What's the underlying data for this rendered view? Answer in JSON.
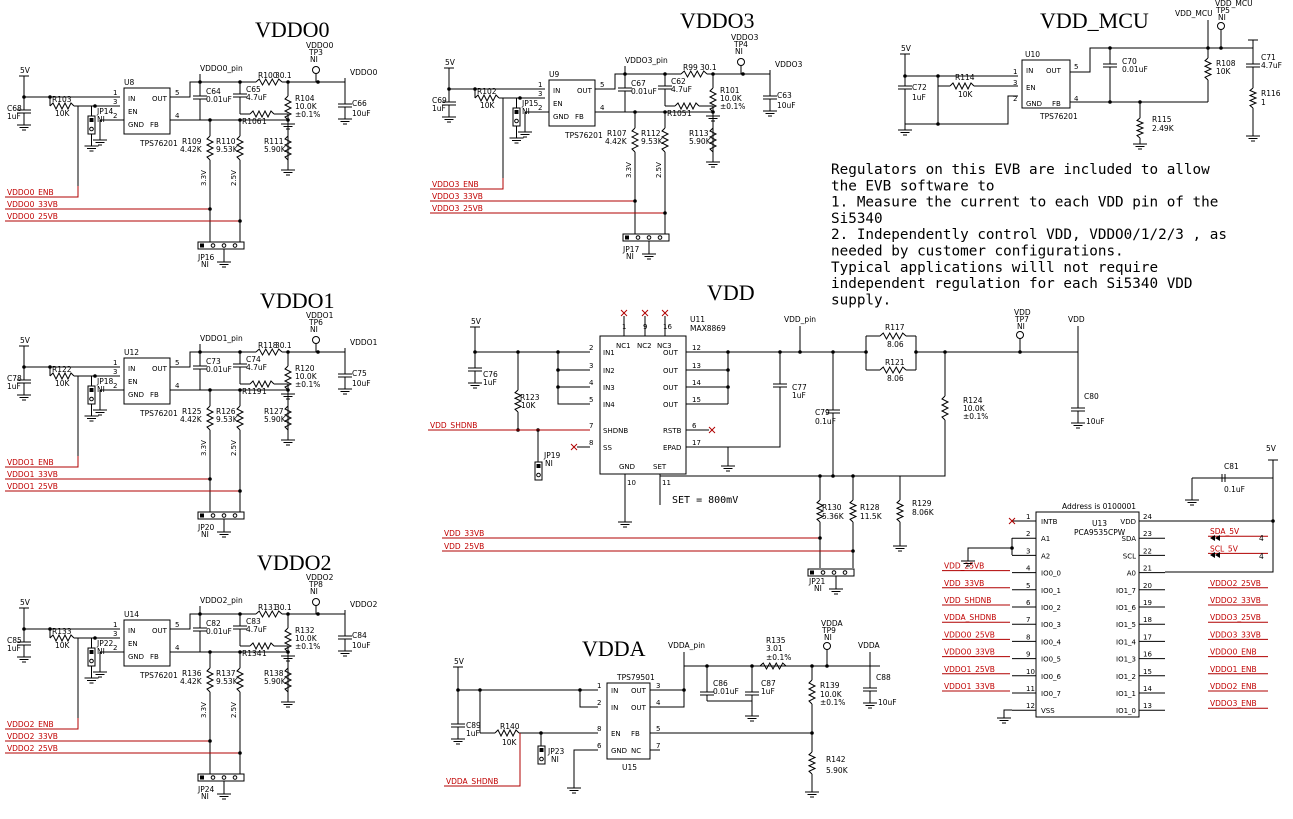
{
  "sections": {
    "vddo0": "VDDO0",
    "vddo1": "VDDO1",
    "vddo2": "VDDO2",
    "vddo3": "VDDO3",
    "vdd_mcu": "VDD_MCU",
    "vdd": "VDD",
    "vdda": "VDDA"
  },
  "note": [
    "Regulators on this EVB are included to allow",
    "the EVB software to",
    "1. Measure the current to each VDD pin of the",
    "Si5340",
    "2. Independently control VDD, VDDO0/1/2/3 , as",
    "needed by customer configurations.",
    "Typical applications willl not require",
    "independent regulation for each Si5340 VDD",
    "supply."
  ],
  "set_note": "SET = 800mV",
  "address_note": "Address is 0100001",
  "blocks": {
    "vddo0": {
      "pin_net": "VDDO0_pin",
      "tp": "VDDO0",
      "tp_ref": "TP3",
      "tp_ni": "NI",
      "out_net": "VDDO0",
      "supply": "5V",
      "ic": "U8",
      "ic_part": "TPS76201",
      "pins": [
        "IN",
        "OUT",
        "EN",
        "GND",
        "FB"
      ],
      "pin_nums": [
        "1",
        "5",
        "3",
        "2",
        "4"
      ],
      "r_in": "R103",
      "r_in_v": "10K",
      "c_in": "C68",
      "c_in_v": "1uF",
      "jp": "JP14",
      "jp_ni": "NI",
      "r_top": "R100",
      "r_top_v": "30.1",
      "c_a": "C64",
      "c_a_v": "0.01uF",
      "c_b": "C65",
      "c_b_v": "4.7uF",
      "r_mid": "R106",
      "r_mid_v": "1",
      "r_fb": "R104",
      "r_fb_v": "10.0K",
      "r_fb_tol": "±0.1%",
      "c_out": "C66",
      "c_out_v": "10uF",
      "r_33": "R109",
      "r_33_v": "4.42K",
      "r_25": "R110",
      "r_25_v": "9.53K",
      "r_bot": "R111",
      "r_bot_v": "5.90K",
      "v33": "3.3V",
      "v25": "2.5V",
      "jp_sel": "JP16",
      "jp_sel_ni": "NI",
      "nets": [
        "VDDO0_ENB",
        "VDDO0_33VB",
        "VDDO0_25VB"
      ]
    },
    "vddo1": {
      "pin_net": "VDDO1_pin",
      "tp": "VDDO1",
      "tp_ref": "TP6",
      "tp_ni": "NI",
      "out_net": "VDDO1",
      "supply": "5V",
      "ic": "U12",
      "ic_part": "TPS76201",
      "pins": [
        "IN",
        "OUT",
        "EN",
        "GND",
        "FB"
      ],
      "pin_nums": [
        "1",
        "5",
        "3",
        "2",
        "4"
      ],
      "r_in": "R122",
      "r_in_v": "10K",
      "c_in": "C78",
      "c_in_v": "1uF",
      "jp": "JP18",
      "jp_ni": "NI",
      "r_top": "R118",
      "r_top_v": "30.1",
      "c_a": "C73",
      "c_a_v": "0.01uF",
      "c_b": "C74",
      "c_b_v": "4.7uF",
      "r_mid": "R119",
      "r_mid_v": "1",
      "r_fb": "R120",
      "r_fb_v": "10.0K",
      "r_fb_tol": "±0.1%",
      "c_out": "C75",
      "c_out_v": "10uF",
      "r_33": "R125",
      "r_33_v": "4.42K",
      "r_25": "R126",
      "r_25_v": "9.53K",
      "r_bot": "R127",
      "r_bot_v": "5.90K",
      "v33": "3.3V",
      "v25": "2.5V",
      "jp_sel": "JP20",
      "jp_sel_ni": "NI",
      "nets": [
        "VDDO1_ENB",
        "VDDO1_33VB",
        "VDDO1_25VB"
      ]
    },
    "vddo2": {
      "pin_net": "VDDO2_pin",
      "tp": "VDDO2",
      "tp_ref": "TP8",
      "tp_ni": "NI",
      "out_net": "VDDO2",
      "supply": "5V",
      "ic": "U14",
      "ic_part": "TPS76201",
      "pins": [
        "IN",
        "OUT",
        "EN",
        "GND",
        "FB"
      ],
      "pin_nums": [
        "1",
        "5",
        "3",
        "2",
        "4"
      ],
      "r_in": "R133",
      "r_in_v": "10K",
      "c_in": "C85",
      "c_in_v": "1uF",
      "jp": "JP22",
      "jp_ni": "NI",
      "r_top": "R131",
      "r_top_v": "30.1",
      "c_a": "C82",
      "c_a_v": "0.01uF",
      "c_b": "C83",
      "c_b_v": "4.7uF",
      "r_mid": "R134",
      "r_mid_v": "1",
      "r_fb": "R132",
      "r_fb_v": "10.0K",
      "r_fb_tol": "±0.1%",
      "c_out": "C84",
      "c_out_v": "10uF",
      "r_33": "R136",
      "r_33_v": "4.42K",
      "r_25": "R137",
      "r_25_v": "9.53K",
      "r_bot": "R138",
      "r_bot_v": "5.90K",
      "v33": "3.3V",
      "v25": "2.5V",
      "jp_sel": "JP24",
      "jp_sel_ni": "NI",
      "nets": [
        "VDDO2_ENB",
        "VDDO2_33VB",
        "VDDO2_25VB"
      ]
    },
    "vddo3": {
      "pin_net": "VDDO3_pin",
      "tp": "VDDO3",
      "tp_ref": "TP4",
      "tp_ni": "NI",
      "out_net": "VDDO3",
      "supply": "5V",
      "ic": "U9",
      "ic_part": "TPS76201",
      "pins": [
        "IN",
        "OUT",
        "EN",
        "GND",
        "FB"
      ],
      "pin_nums": [
        "1",
        "5",
        "3",
        "2",
        "4"
      ],
      "r_in": "R102",
      "r_in_v": "10K",
      "c_in": "C69",
      "c_in_v": "1uF",
      "jp": "JP15",
      "jp_ni": "NI",
      "r_top": "R99",
      "r_top_v": "30.1",
      "c_a": "C67",
      "c_a_v": "0.01uF",
      "c_b": "C62",
      "c_b_v": "4.7uF",
      "r_mid": "R105",
      "r_mid_v": "1",
      "r_fb": "R101",
      "r_fb_v": "10.0K",
      "r_fb_tol": "±0.1%",
      "c_out": "C63",
      "c_out_v": "10uF",
      "r_33": "R107",
      "r_33_v": "4.42K",
      "r_25": "R112",
      "r_25_v": "9.53K",
      "r_bot": "R113",
      "r_bot_v": "5.90K",
      "v33": "3.3V",
      "v25": "2.5V",
      "jp_sel": "JP17",
      "jp_sel_ni": "NI",
      "nets": [
        "VDDO3_ENB",
        "VDDO3_33VB",
        "VDDO3_25VB"
      ]
    }
  },
  "mcu": {
    "supply": "5V",
    "ic": "U10",
    "ic_part": "TPS76201",
    "pins": [
      "IN",
      "OUT",
      "EN",
      "GND",
      "FB"
    ],
    "pin_nums": [
      "1",
      "5",
      "3",
      "2",
      "4"
    ],
    "c_in": "C72",
    "c_in_v": "1uF",
    "r_in": "R114",
    "r_in_v": "10K",
    "c_a": "C70",
    "c_a_v": "0.01uF",
    "r_fb": "R108",
    "r_fb_v": "10K",
    "r_bot": "R115",
    "r_bot_v": "2.49K",
    "c_out": "C71",
    "c_out_v": "4.7uF",
    "r_out": "R116",
    "r_out_v": "1",
    "out_net": "VDD_MCU",
    "tp_net": "VDD_MCU",
    "tp_ref": "TP5",
    "tp_ni": "NI"
  },
  "vdd": {
    "supply": "5V",
    "ic": "U11",
    "ic_part": "MAX8869",
    "left_pins": [
      "IN1",
      "IN2",
      "IN3",
      "IN4",
      "SHDNB",
      "SS"
    ],
    "left_nums": [
      "2",
      "3",
      "4",
      "5",
      "7",
      "8"
    ],
    "right_pins": [
      "OUT",
      "OUT",
      "OUT",
      "OUT",
      "RSTB",
      "EPAD"
    ],
    "right_nums": [
      "12",
      "13",
      "14",
      "15",
      "6",
      "17"
    ],
    "top_pins": [
      "NC1",
      "NC2",
      "NC3"
    ],
    "top_nums": [
      "1",
      "9",
      "16"
    ],
    "bot_pins": [
      "GND",
      "SET"
    ],
    "bot_nums": [
      "10",
      "11"
    ],
    "c_in": "C76",
    "c_in_v": "1uF",
    "r_pu": "R123",
    "r_pu_v": "10K",
    "jp": "JP19",
    "jp_ni": "NI",
    "shdn_net": "VDD_SHDNB",
    "pin_net": "VDD_pin",
    "c_a": "C77",
    "c_a_v": "1uF",
    "c_b": "C79",
    "c_b_v": "0.1uF",
    "r_s1": "R117",
    "r_s1_v": "8.06",
    "r_s2": "R121",
    "r_s2_v": "8.06",
    "r_fb": "R124",
    "r_fb_v": "10.0K",
    "r_fb_tol": "±0.1%",
    "out_net": "VDD",
    "tp_net": "VDD",
    "tp_ref": "TP7",
    "tp_ni": "NI",
    "c_out": "C80",
    "c_out_v": "10uF",
    "r_33": "R130",
    "r_33_v": "5.36K",
    "r_25": "R128",
    "r_25_v": "11.5K",
    "r_bot": "R129",
    "r_bot_v": "8.06K",
    "jp_sel": "JP21",
    "jp_sel_ni": "NI",
    "nets": [
      "VDD_33VB",
      "VDD_25VB"
    ]
  },
  "vdda": {
    "supply": "5V",
    "ic": "U15",
    "ic_part": "TPS79501",
    "left_pins": [
      "IN",
      "IN",
      "EN",
      "GND"
    ],
    "left_nums": [
      "1",
      "2",
      "8",
      "6"
    ],
    "right_pins": [
      "OUT",
      "OUT",
      "FB",
      "NC"
    ],
    "right_nums": [
      "3",
      "4",
      "5",
      "7"
    ],
    "c_in": "C89",
    "c_in_v": "1uF",
    "r_in": "R140",
    "r_in_v": "10K",
    "jp": "JP23",
    "jp_ni": "NI",
    "shdn_net": "VDDA_SHDNB",
    "pin_net": "VDDA_pin",
    "c_a": "C86",
    "c_a_v": "0.01uF",
    "c_b": "C87",
    "c_b_v": "1uF",
    "r_s": "R135",
    "r_s_v": "3.01",
    "r_s_tol": "±0.1%",
    "r_fb": "R139",
    "r_fb_v": "10.0K",
    "r_fb_tol": "±0.1%",
    "r_bot": "R142",
    "r_bot_v": "5.90K",
    "out_net": "VDDA",
    "tp_net": "VDDA",
    "tp_ref": "TP9",
    "tp_ni": "NI",
    "c_out": "C88",
    "c_out_v": "10uF"
  },
  "expander": {
    "ic": "U13",
    "ic_part": "PCA9535CPW",
    "supply": "5V",
    "c": "C81",
    "c_v": "0.1uF",
    "left_pins": [
      "INTB",
      "A1",
      "A2",
      "IO0_0",
      "IO0_1",
      "IO0_2",
      "IO0_3",
      "IO0_4",
      "IO0_5",
      "IO0_6",
      "IO0_7",
      "VSS"
    ],
    "left_nums": [
      "1",
      "2",
      "3",
      "4",
      "5",
      "6",
      "7",
      "8",
      "9",
      "10",
      "11",
      "12"
    ],
    "left_nets": [
      "",
      "",
      "",
      "VDD_25VB",
      "VDD_33VB",
      "VDD_SHDNB",
      "VDDA_SHDNB",
      "VDDO0_25VB",
      "VDDO0_33VB",
      "VDDO1_25VB",
      "VDDO1_33VB",
      ""
    ],
    "right_pins": [
      "VDD",
      "SDA",
      "SCL",
      "A0",
      "IO1_7",
      "IO1_6",
      "IO1_5",
      "IO1_4",
      "IO1_3",
      "IO1_2",
      "IO1_1",
      "IO1_0"
    ],
    "right_nums": [
      "24",
      "23",
      "22",
      "21",
      "20",
      "19",
      "18",
      "17",
      "16",
      "15",
      "14",
      "13"
    ],
    "right_nets": [
      "",
      "SDA_5V",
      "SCL_5V",
      "",
      "VDDO2_25VB",
      "VDDO2_33VB",
      "VDDO3_25VB",
      "VDDO3_33VB",
      "VDDO0_ENB",
      "VDDO1_ENB",
      "VDDO2_ENB",
      "VDDO3_ENB"
    ],
    "conn_ref": "4"
  }
}
